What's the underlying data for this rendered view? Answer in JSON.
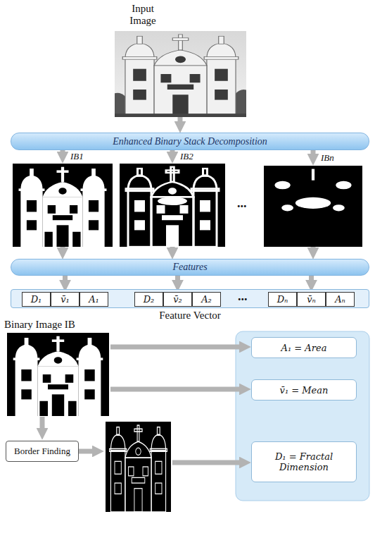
{
  "diagram": {
    "nodes": [
      {
        "text": [
          "Enhanced Binary Stack Decomposition"
        ]
      },
      {
        "text": [
          "Features"
        ]
      },
      {
        "text": [
          "Feature Vector"
        ]
      },
      {
        "text": [
          "D₁"
        ],
        "in": 2
      },
      {
        "text": [
          "v̄₁"
        ],
        "in": 2
      },
      {
        "text": [
          "A₁"
        ],
        "in": 2
      },
      {
        "text": [
          "D₂"
        ],
        "in": 2
      },
      {
        "text": [
          "v̄₂"
        ],
        "in": 2
      },
      {
        "text": [
          "A₂"
        ],
        "in": 2
      },
      {
        "text": [
          "Dₙ"
        ],
        "in": 2
      },
      {
        "text": [
          "v̄ₙ"
        ],
        "in": 2
      },
      {
        "text": [
          "Aₙ"
        ],
        "in": 2
      },
      {
        "text": [
          "A₁ = Area"
        ]
      },
      {
        "text": [
          "v̄₁ = Mean"
        ]
      },
      {
        "text": [
          "Border Finding"
        ]
      },
      {
        "text": [
          "D₁ = Fractal Dimension"
        ]
      }
    ],
    "edges": [
      {
        "from": 1,
        "to": 4,
        "arrow": "to"
      },
      {
        "from": 1,
        "to": 7,
        "arrow": "to"
      },
      {
        "from": 1,
        "to": 10,
        "arrow": "to"
      }
    ],
    "labels": [
      "Input Image",
      "IB1",
      "IB2",
      "IBn",
      "...",
      "...",
      "Binary Image IB"
    ]
  }
}
